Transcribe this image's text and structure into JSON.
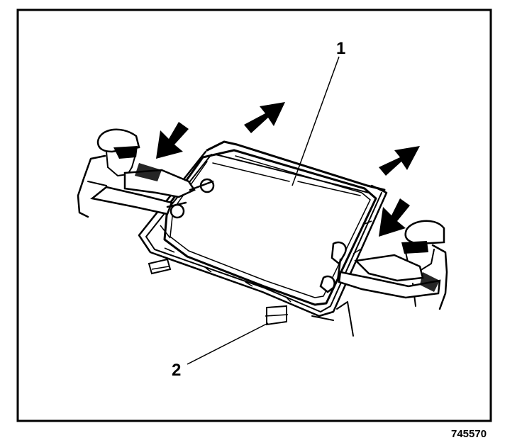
{
  "callouts": [
    {
      "label": "1",
      "target": "windshield-glass"
    },
    {
      "label": "2",
      "target": "lower-support-block"
    }
  ],
  "figure_id": "745570",
  "colors": {
    "ink": "#000000",
    "paper": "#ffffff"
  },
  "arrows": {
    "count": 4,
    "directions": [
      "down-left",
      "up-right",
      "up-right",
      "down-left"
    ]
  }
}
